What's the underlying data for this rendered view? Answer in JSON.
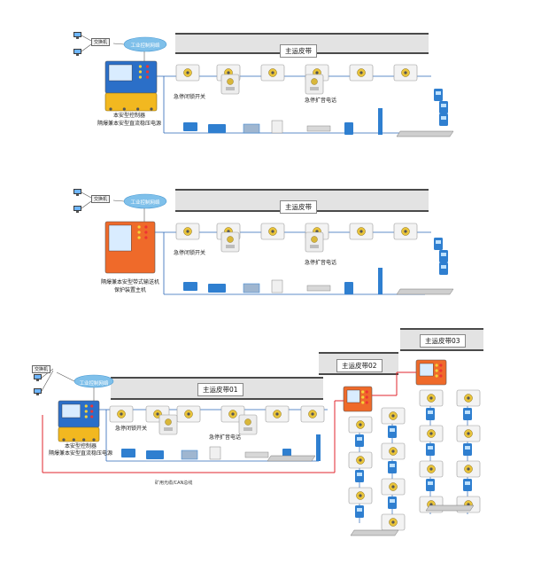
{
  "colors": {
    "belt": "#e3e3e3",
    "belt_edge": "#4a4a4a",
    "cloud": "#7fc0ea",
    "controller_blue": "#2b6fc8",
    "controller_orange": "#ef6a2a",
    "psu_yellow": "#f2b820",
    "cable_red": "#e0262c",
    "line_blue": "#2a66b8",
    "device_blue": "#2f7fd0"
  },
  "section1": {
    "switch_label": "交换机",
    "network_label": "工业控制网络",
    "belt_title": "主运皮带",
    "estop_label": "急停闭锁开关",
    "phone_label": "急停扩音电话",
    "controller_label_1": "本安型控制器",
    "controller_label_2": "隔爆兼本安型直流稳压电源"
  },
  "section2": {
    "switch_label": "交换机",
    "network_label": "工业控制网络",
    "belt_title": "主运皮带",
    "estop_label": "急停闭锁开关",
    "phone_label": "急停扩音电话",
    "controller_label_1": "隔爆兼本安型带式输送机",
    "controller_label_2": "保护装置主机"
  },
  "section3": {
    "switch_label": "交换机",
    "network_label": "工业控制网络",
    "belt1_title": "主运皮带01",
    "belt2_title": "主运皮带02",
    "belt3_title": "主运皮带03",
    "estop_label": "急停闭锁开关",
    "phone_label": "急停扩音电话",
    "controller_label_1": "本安型控制器",
    "controller_label_2": "隔爆兼本安型直流稳压电源",
    "cable_label": "矿用光缆/CAN总线"
  }
}
